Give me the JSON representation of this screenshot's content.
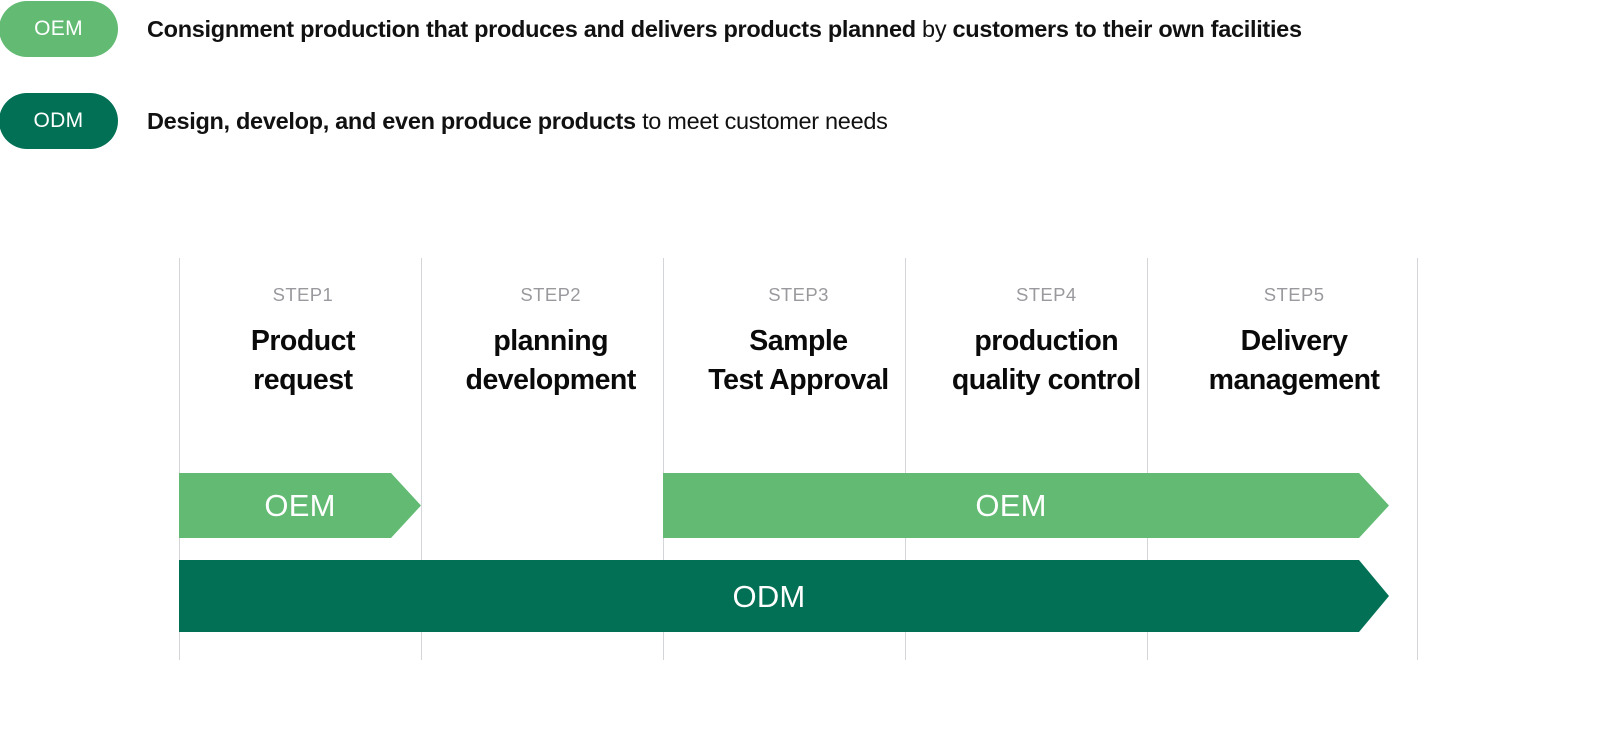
{
  "legend": {
    "rows": [
      {
        "badge": "OEM",
        "badge_color": "#62ba73",
        "strong_text": "Consignment production that produces and delivers products planned",
        "normal_text": " by ",
        "strong_text_2": "customers to their own facilities"
      },
      {
        "badge": "ODM",
        "badge_color": "#017054",
        "strong_text": "Design, develop, and even produce products",
        "normal_text": " to meet customer needs",
        "strong_text_2": ""
      }
    ]
  },
  "diagram": {
    "steps": [
      {
        "number": "STEP1",
        "title": "Product\nrequest"
      },
      {
        "number": "STEP2",
        "title": "planning\ndevelopment"
      },
      {
        "number": "STEP3",
        "title": "Sample\nTest Approval"
      },
      {
        "number": "STEP4",
        "title": "production\nquality control"
      },
      {
        "number": "STEP5",
        "title": "Delivery\nmanagement"
      }
    ],
    "bars": [
      {
        "label": "OEM",
        "type": "oem",
        "color": "#62ba73",
        "start_step": 1,
        "end_step": 1
      },
      {
        "label": "OEM",
        "type": "oem",
        "color": "#62ba73",
        "start_step": 3,
        "end_step": 5
      },
      {
        "label": "ODM",
        "type": "odm",
        "color": "#017054",
        "start_step": 1,
        "end_step": 5
      }
    ]
  }
}
